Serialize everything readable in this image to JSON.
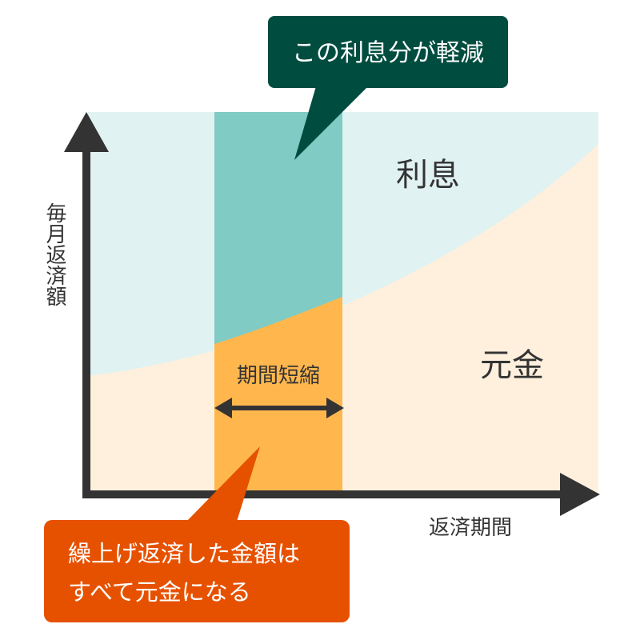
{
  "diagram": {
    "callout_top": "この利息分が軽減",
    "region_interest": "利息",
    "region_principal": "元金",
    "period_label": "期間短縮",
    "y_axis_label": "毎月返済額",
    "x_axis_label": "返済期間",
    "callout_bottom_lines": [
      "繰上げ返済した金額は",
      "すべて元金になる"
    ],
    "colors": {
      "interest_bg": "#e0f2f1",
      "principal_bg": "#fff0dd",
      "interest_highlight": "#80cbc4",
      "principal_highlight": "#ffb74d",
      "axis": "#333333",
      "callout_top": "#004d40",
      "callout_bottom": "#e65100"
    }
  }
}
